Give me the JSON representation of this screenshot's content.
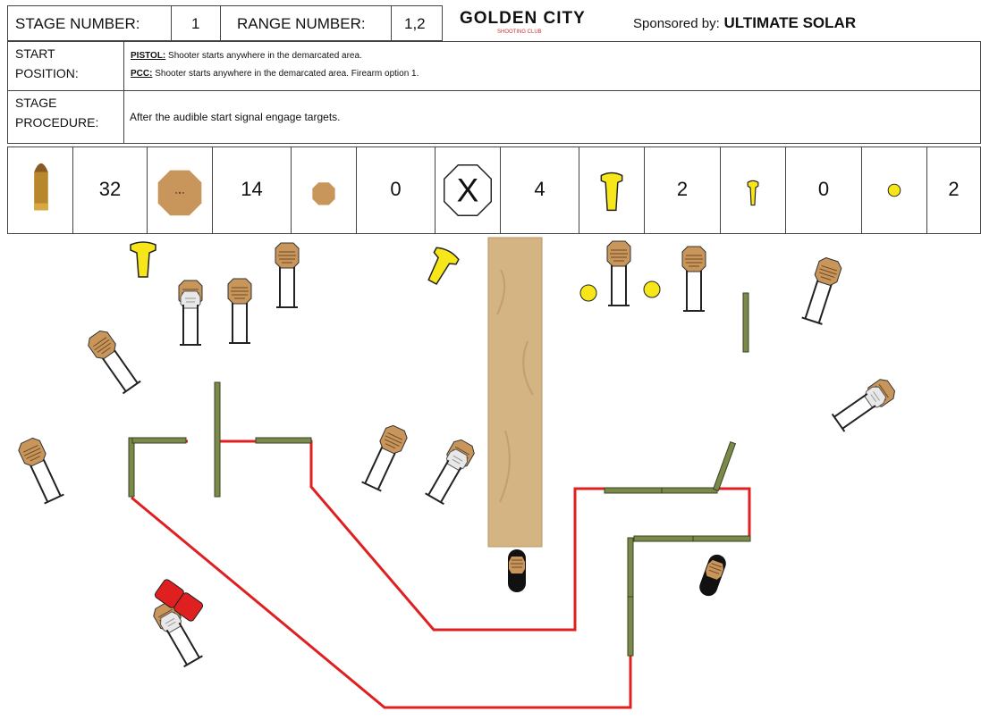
{
  "header": {
    "stage_number_label": "STAGE NUMBER:",
    "stage_number": "1",
    "range_number_label": "RANGE NUMBER:",
    "range_number": "1,2",
    "logo_title": "GOLDEN CITY",
    "logo_subtitle": "SHOOTING CLUB",
    "sponsor_prefix": "Sponsored by:",
    "sponsor_name": "ULTIMATE SOLAR"
  },
  "start_position": {
    "label_line1": "START",
    "label_line2": "POSITION:",
    "pistol_tag": "PISTOL:",
    "pistol_text": "Shooter starts anywhere in the demarcated area.",
    "pcc_tag": "PCC:",
    "pcc_text": "Shooter starts anywhere in the demarcated area. Firearm option 1."
  },
  "stage_procedure": {
    "label_line1": "STAGE",
    "label_line2": "PROCEDURE:",
    "text": "After the audible start signal engage targets."
  },
  "counts": [
    {
      "icon": "bullet-icon",
      "value": "32"
    },
    {
      "icon": "ipsc-target-icon",
      "value": "14"
    },
    {
      "icon": "mini-target-icon",
      "value": "0"
    },
    {
      "icon": "no-shoot-icon",
      "value": "4"
    },
    {
      "icon": "popper-icon",
      "value": "2"
    },
    {
      "icon": "mini-popper-icon",
      "value": "0"
    },
    {
      "icon": "plate-icon",
      "value": "2"
    }
  ],
  "colors": {
    "target": "#c8955a",
    "popper": "#f6e61a",
    "wall": "#7a8a4a",
    "fault_line": "#e02020",
    "barrel": "#e02020",
    "sand": "#d4b483"
  }
}
